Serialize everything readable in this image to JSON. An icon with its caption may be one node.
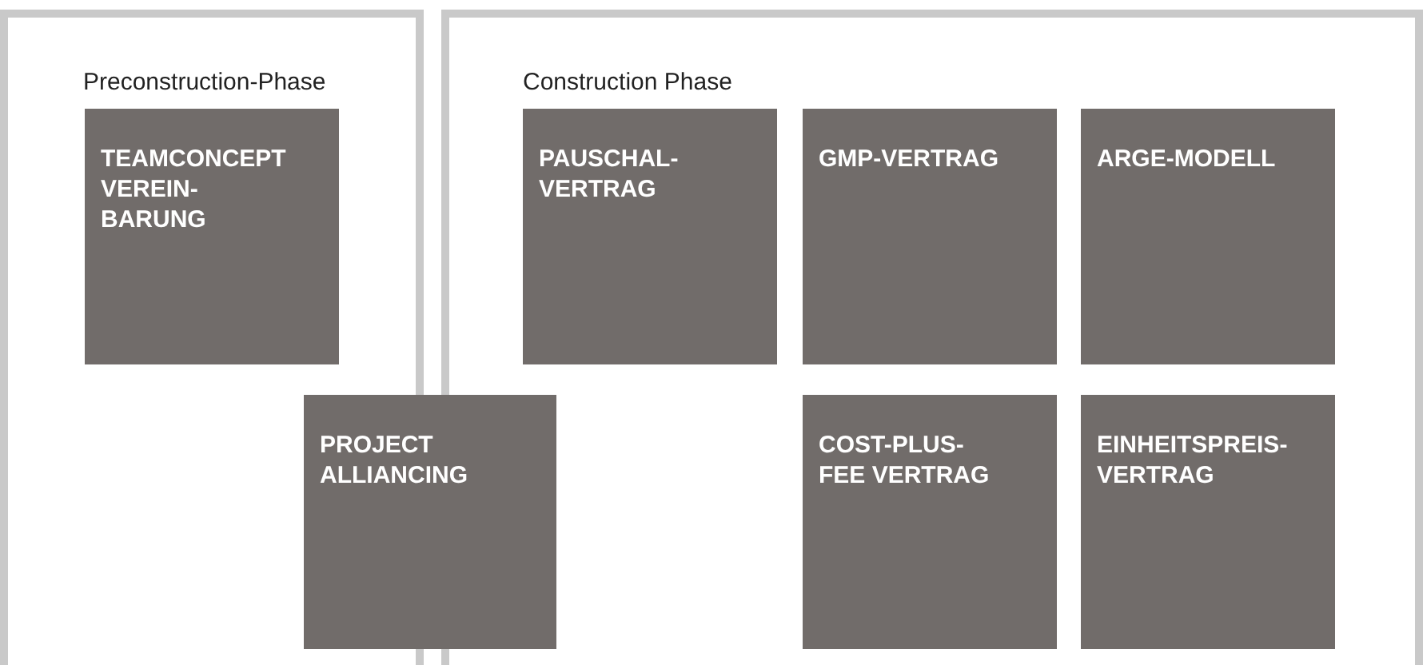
{
  "diagram": {
    "nodes": [
      {
        "text": [
          "Preconstruction-Phase"
        ]
      },
      {
        "text": [
          "TEAMCONCEPT VEREIN- BARUNG"
        ],
        "in": 0
      },
      {
        "text": [
          "Construction Phase"
        ]
      },
      {
        "text": [
          "PAUSCHAL- VERTRAG"
        ],
        "in": 2
      },
      {
        "text": [
          "GMP-VERTRAG"
        ],
        "in": 2
      },
      {
        "text": [
          "ARGE-MODELL"
        ],
        "in": 2
      },
      {
        "text": [
          "PROJECT ALLIANCING"
        ]
      },
      {
        "text": [
          "COST-PLUS- FEE VERTRAG"
        ],
        "in": 2
      },
      {
        "text": [
          "EINHEITSPREIS- VERTRAG"
        ],
        "in": 2
      }
    ],
    "edges": []
  }
}
